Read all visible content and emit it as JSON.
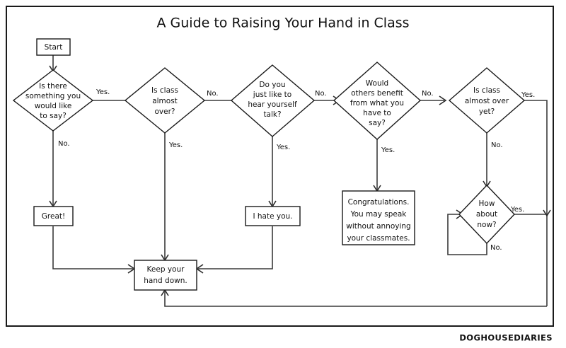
{
  "title": "A Guide to Raising Your Hand in Class",
  "signature": "DOGHOUSEDIARIES",
  "colors": {
    "background": "#ffffff",
    "ink": "#111111",
    "frame": "#1a1a1a",
    "edge": "#3a3a3a"
  },
  "nodes": {
    "start": {
      "label": "Start",
      "type": "terminator"
    },
    "q1": {
      "type": "decision",
      "lines": [
        "Is there",
        "something you",
        "would like",
        "to say?"
      ]
    },
    "q2": {
      "type": "decision",
      "lines": [
        "Is class",
        "almost",
        "over?"
      ]
    },
    "q3": {
      "type": "decision",
      "lines": [
        "Do you",
        "just like to",
        "hear yourself",
        "talk?"
      ]
    },
    "q4": {
      "type": "decision",
      "lines": [
        "Would",
        "others benefit",
        "from what you",
        "have to",
        "say?"
      ]
    },
    "q5": {
      "type": "decision",
      "lines": [
        "Is class",
        "almost over",
        "yet?"
      ]
    },
    "q6": {
      "type": "decision",
      "lines": [
        "How",
        "about",
        "now?"
      ]
    },
    "great": {
      "type": "process",
      "lines": [
        "Great!"
      ]
    },
    "hate": {
      "type": "process",
      "lines": [
        "I hate you."
      ]
    },
    "congrats": {
      "type": "process",
      "lines": [
        "Congratulations.",
        "You may speak",
        "without annoying",
        "your classmates."
      ]
    },
    "keepdown": {
      "type": "process",
      "lines": [
        "Keep your",
        "hand down."
      ]
    }
  },
  "edge_labels": {
    "q1_yes": "Yes.",
    "q1_no": "No.",
    "q2_no": "No.",
    "q2_yes": "Yes.",
    "q3_no": "No.",
    "q3_yes": "Yes.",
    "q4_no": "No.",
    "q4_yes": "Yes.",
    "q5_yes": "Yes.",
    "q5_no": "No.",
    "q6_yes": "Yes.",
    "q6_no": "No."
  },
  "chart_data": {
    "type": "diagram",
    "title": "A Guide to Raising Your Hand in Class",
    "flow": [
      {
        "from": "start",
        "to": "q1",
        "label": ""
      },
      {
        "from": "q1",
        "to": "q2",
        "label": "Yes."
      },
      {
        "from": "q1",
        "to": "great",
        "label": "No."
      },
      {
        "from": "q2",
        "to": "q3",
        "label": "No."
      },
      {
        "from": "q2",
        "to": "keepdown",
        "label": "Yes."
      },
      {
        "from": "q3",
        "to": "q4",
        "label": "No."
      },
      {
        "from": "q3",
        "to": "hate",
        "label": "Yes."
      },
      {
        "from": "q4",
        "to": "q5",
        "label": "No."
      },
      {
        "from": "q4",
        "to": "congrats",
        "label": "Yes."
      },
      {
        "from": "q5",
        "to": "keepdown",
        "label": "Yes."
      },
      {
        "from": "q5",
        "to": "q6",
        "label": "No."
      },
      {
        "from": "q6",
        "to": "keepdown",
        "label": "Yes."
      },
      {
        "from": "q6",
        "to": "q6",
        "label": "No."
      },
      {
        "from": "great",
        "to": "keepdown",
        "label": ""
      },
      {
        "from": "hate",
        "to": "keepdown",
        "label": ""
      }
    ]
  }
}
